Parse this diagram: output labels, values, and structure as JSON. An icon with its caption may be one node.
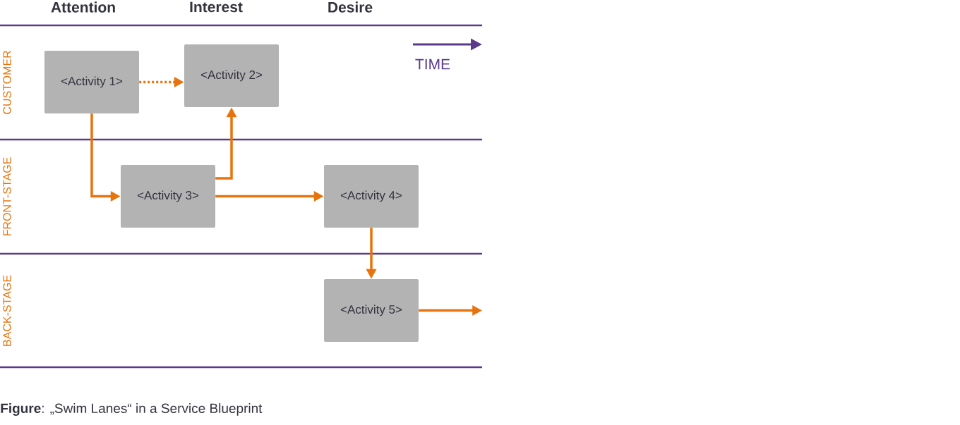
{
  "diagram": {
    "caption": "**Figure**: „Swim Lanes“ in a Service Blueprint",
    "nodes": [
      {
        "text": [
          "<Activity 1>"
        ]
      },
      {
        "text": [
          "<Activity 2>"
        ]
      },
      {
        "text": [
          "<Activity 3>"
        ]
      },
      {
        "text": [
          "<Activity 4>"
        ]
      },
      {
        "text": [
          "<Activity 5>"
        ]
      }
    ],
    "edges": [
      {
        "from": 0,
        "to": 1,
        "arrow": "to",
        "style": "dashed"
      },
      {
        "from": 0,
        "to": 2,
        "arrow": "to"
      },
      {
        "from": 2,
        "to": 1,
        "arrow": "to"
      },
      {
        "from": 2,
        "to": 3,
        "arrow": "to"
      },
      {
        "from": 3,
        "to": 4,
        "arrow": "to"
      },
      {
        "from": 4,
        "to": null,
        "arrow": "to"
      }
    ],
    "labels": [
      "Attention",
      "Interest",
      "Desire",
      "CUSTOMER",
      "TIME",
      "FRONT-STAGE",
      "BACK-STAGE"
    ]
  }
}
